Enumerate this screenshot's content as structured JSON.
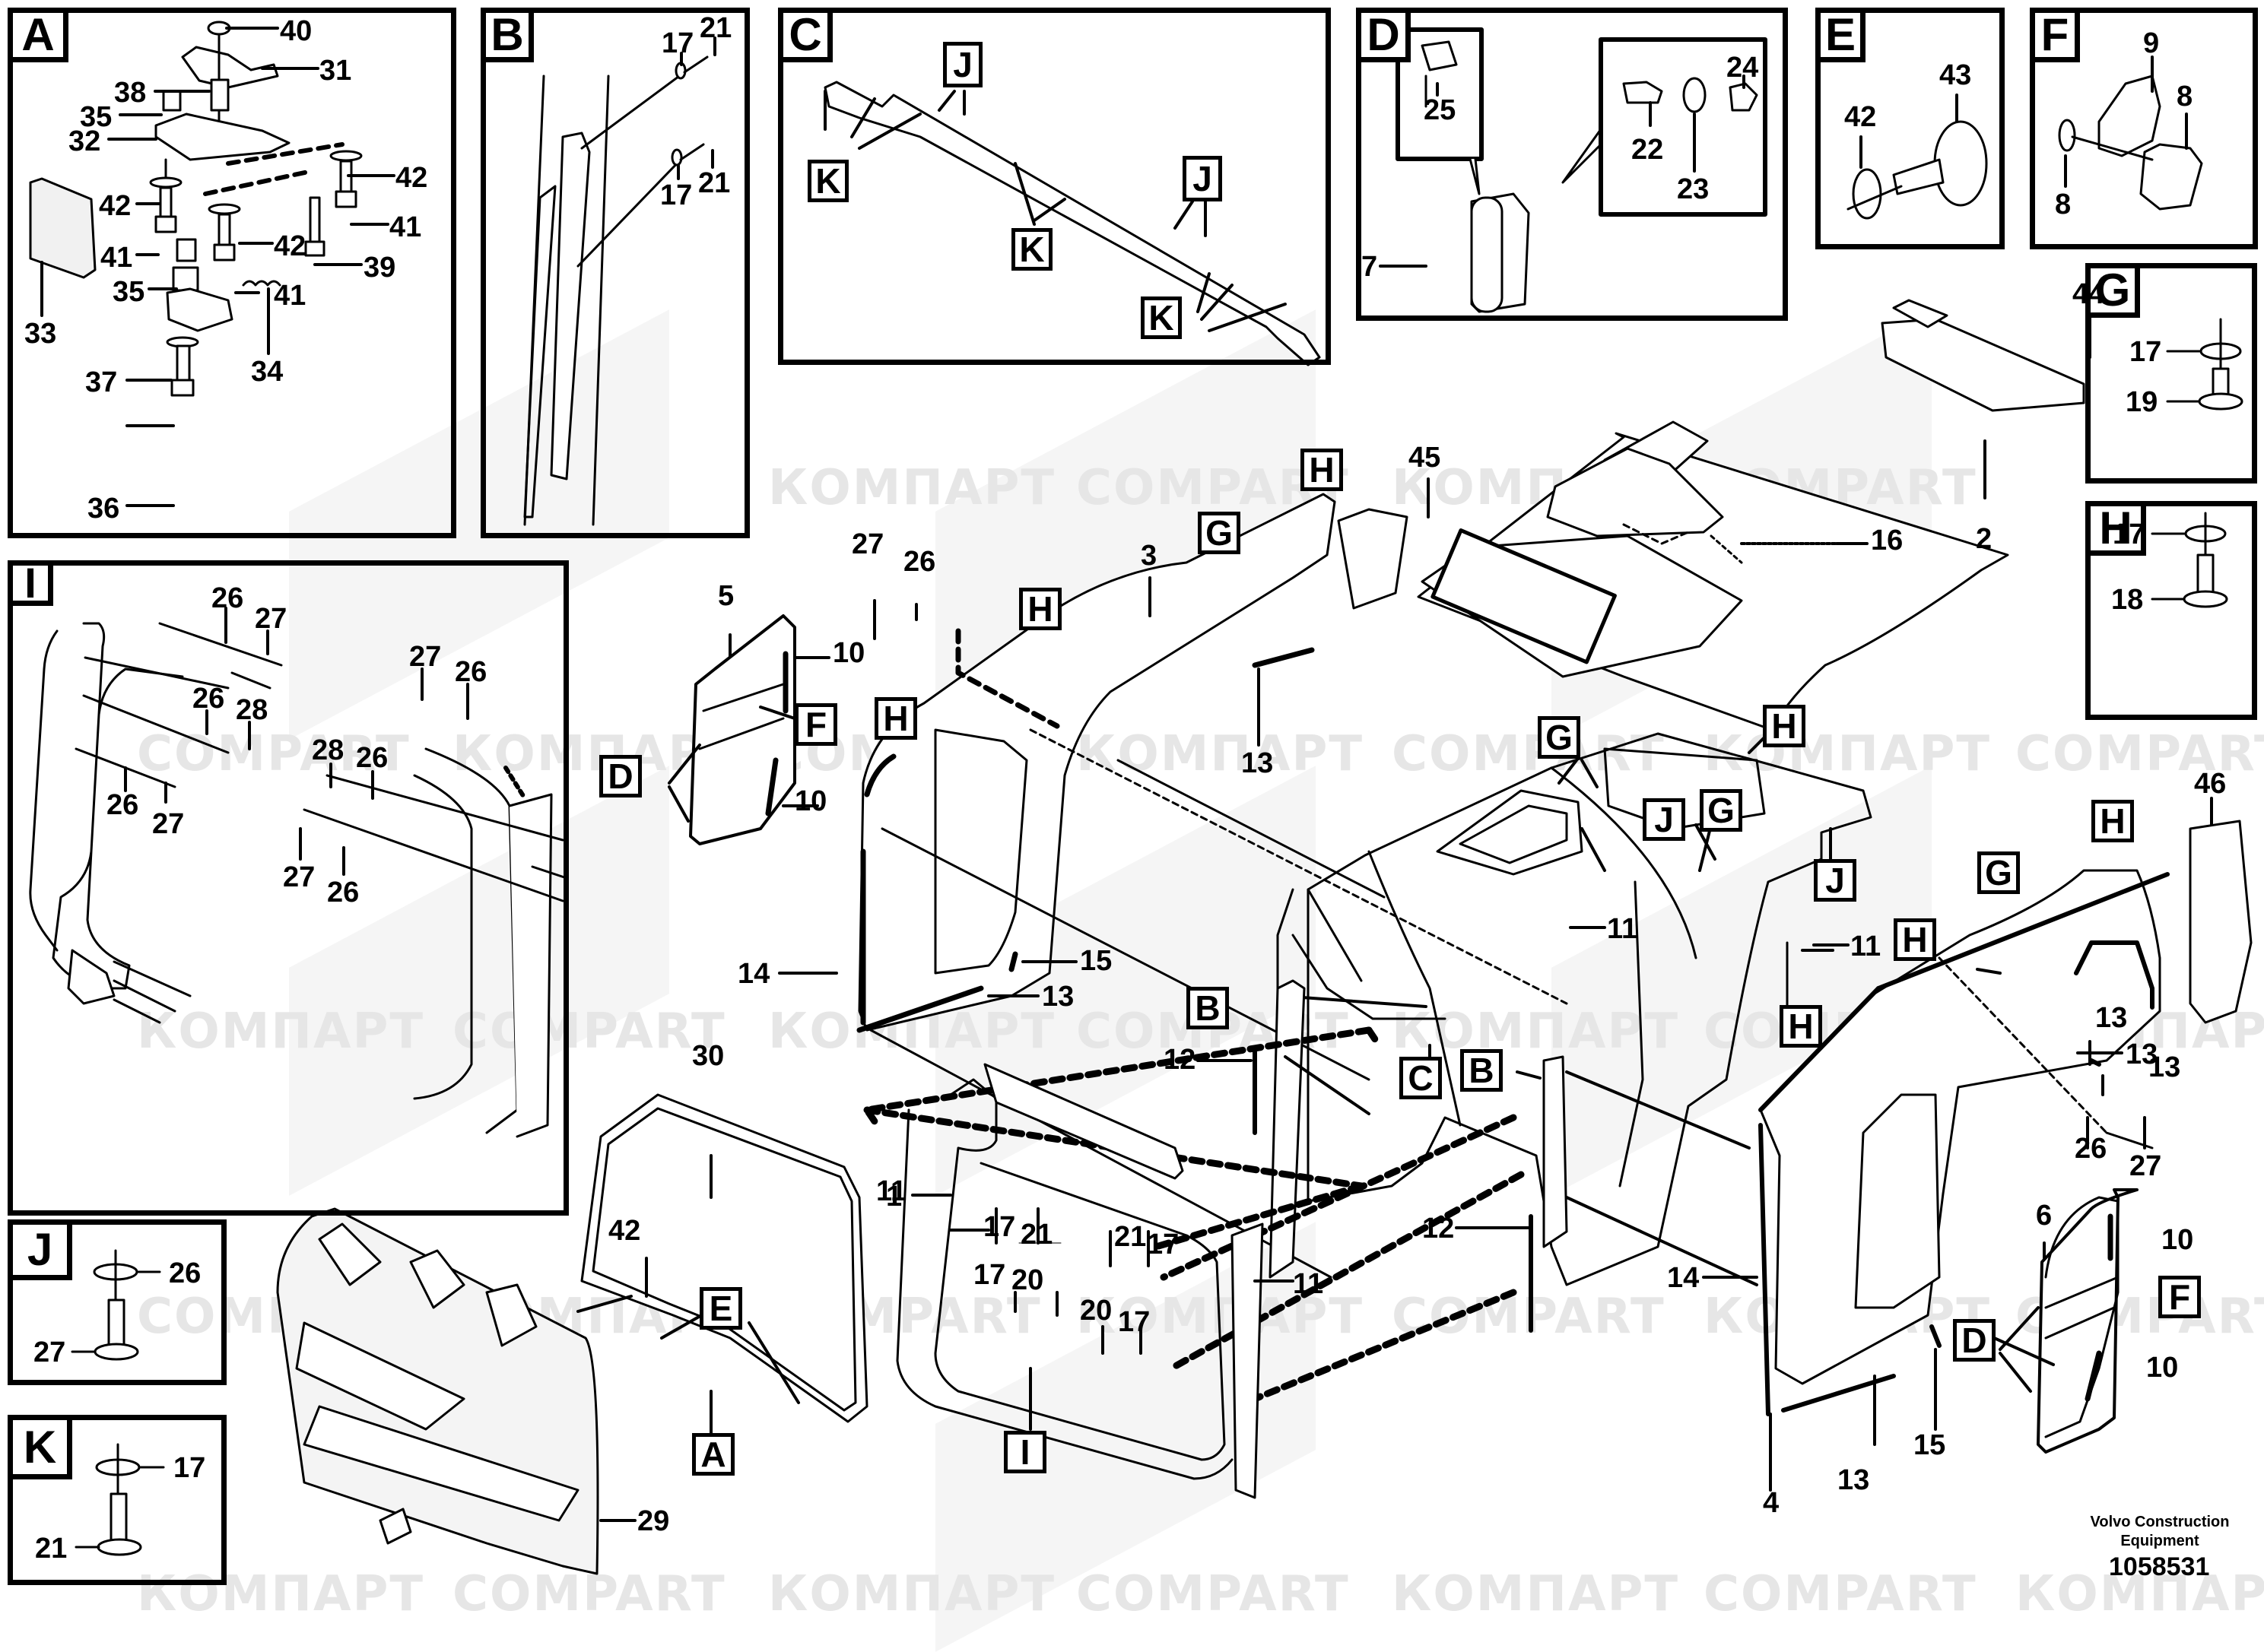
{
  "watermarks": {
    "texts": [
      "КОМПАРТ",
      "COMPART"
    ]
  },
  "panels": [
    {
      "id": "A",
      "letter": "A",
      "callouts": [
        "40",
        "31",
        "38",
        "35",
        "32",
        "42",
        "42",
        "42",
        "41",
        "41",
        "41",
        "39",
        "33",
        "35",
        "37",
        "34",
        "36"
      ]
    },
    {
      "id": "B",
      "letter": "B",
      "callouts": [
        "17",
        "21",
        "17",
        "21"
      ]
    },
    {
      "id": "C",
      "letter": "C",
      "tags": [
        "J",
        "J",
        "K",
        "K",
        "K"
      ]
    },
    {
      "id": "D",
      "letter": "D",
      "callouts": [
        "25",
        "24",
        "22",
        "23",
        "7"
      ]
    },
    {
      "id": "E",
      "letter": "E",
      "callouts": [
        "42",
        "43"
      ]
    },
    {
      "id": "F",
      "letter": "F",
      "callouts": [
        "9",
        "8",
        "8"
      ]
    },
    {
      "id": "G",
      "letter": "G",
      "callouts": [
        "17",
        "19"
      ]
    },
    {
      "id": "H",
      "letter": "H",
      "callouts": [
        "17",
        "18"
      ]
    },
    {
      "id": "I",
      "letter": "I",
      "callouts": [
        "26",
        "27",
        "26",
        "28",
        "26",
        "27",
        "27",
        "26",
        "28",
        "26",
        "27",
        "26"
      ]
    },
    {
      "id": "J",
      "letter": "J",
      "callouts": [
        "26",
        "27"
      ]
    },
    {
      "id": "K",
      "letter": "K",
      "callouts": [
        "17",
        "21"
      ]
    }
  ],
  "main": {
    "callouts": {
      "c44": "44",
      "c2": "2",
      "c16": "16",
      "c45": "45",
      "c3": "3",
      "c27a": "27",
      "c26a": "26",
      "c5": "5",
      "c10a": "10",
      "c10b": "10",
      "c13a": "13",
      "c14a": "14",
      "c15a": "15",
      "c13b": "13",
      "c11a": "11",
      "c11b": "11",
      "c46": "46",
      "c13c": "13",
      "c13d": "13",
      "c13e": "13",
      "c26b": "26",
      "c27b": "27",
      "c6": "6",
      "c10c": "10",
      "c10d": "10",
      "c12a": "12",
      "c12b": "12",
      "c14b": "14",
      "c4": "4",
      "c13f": "13",
      "c15b": "15",
      "c30": "30",
      "c1": "1",
      "c11c": "11",
      "c17a": "17",
      "c21a": "21",
      "c21b": "21",
      "c17b": "17",
      "c17c": "17",
      "c20a": "20",
      "c20b": "20",
      "c17d": "17",
      "c11d": "11",
      "c42": "42",
      "c29": "29"
    },
    "tags": {
      "tH1": "H",
      "tG1": "G",
      "tH2": "H",
      "tH3": "H",
      "tF1": "F",
      "tD1": "D",
      "tG2": "G",
      "tH4": "H",
      "tJ1": "J",
      "tG3": "G",
      "tJ2": "J",
      "tB1": "B",
      "tC1": "C",
      "tB2": "B",
      "tG4": "G",
      "tH5": "H",
      "tH6": "H",
      "tH7": "H",
      "tF2": "F",
      "tD2": "D",
      "tE1": "E",
      "tA1": "A",
      "tI1": "I"
    }
  },
  "footer": {
    "brand_line1": "Volvo Construction",
    "brand_line2": "Equipment",
    "drawing_number": "1058531"
  }
}
